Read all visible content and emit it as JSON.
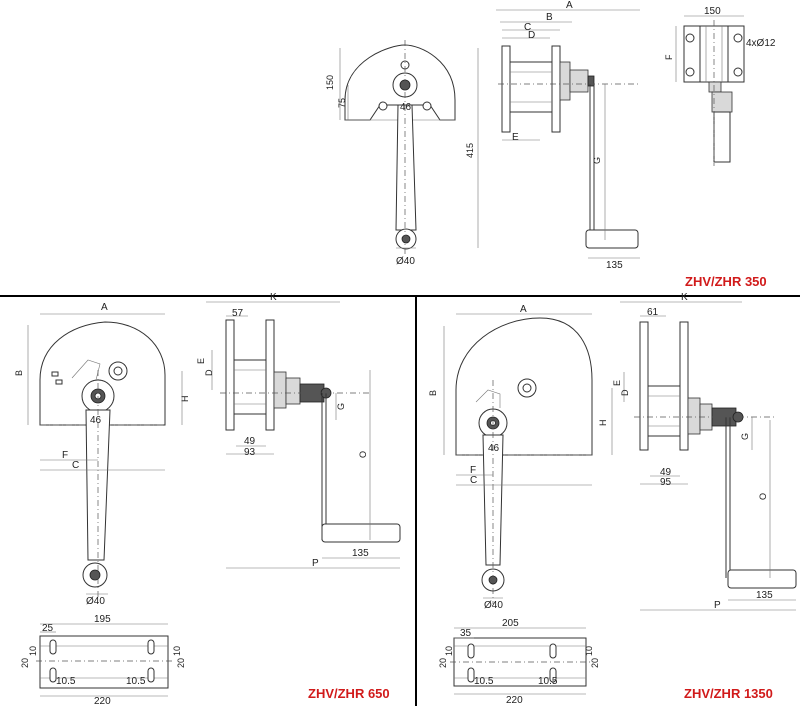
{
  "panels": {
    "zhv350": {
      "model_label": "ZHV/ZHR  350",
      "front": {
        "d150": "150",
        "d75": "75",
        "d46": "46",
        "d415": "415",
        "d40": "Ø40"
      },
      "side": {
        "A": "A",
        "B": "B",
        "C": "C",
        "D": "D",
        "E": "E",
        "G": "G",
        "d135": "135"
      },
      "base": {
        "d150": "150",
        "F": "F",
        "holes": "4xØ12"
      }
    },
    "zhv650": {
      "model_label": "ZHV/ZHR   650",
      "front": {
        "A": "A",
        "B": "B",
        "H": "H",
        "F": "F",
        "C": "C",
        "d46": "46",
        "d40": "Ø40"
      },
      "side": {
        "K": "K",
        "d57": "57",
        "E": "E",
        "D": "D",
        "G": "G",
        "O": "O",
        "d49": "49",
        "d93": "93",
        "d135": "135",
        "P": "P"
      },
      "base": {
        "d195": "195",
        "d25": "25",
        "d20a": "20",
        "d10a": "10",
        "d10b": "10",
        "d20b": "20",
        "d105a": "10.5",
        "d105b": "10.5",
        "d220": "220"
      }
    },
    "zhv1350": {
      "model_label": "ZHV/ZHR 1350",
      "front": {
        "A": "A",
        "B": "B",
        "H": "H",
        "F": "F",
        "C": "C",
        "d46": "46",
        "d40": "Ø40"
      },
      "side": {
        "K": "K",
        "d61": "61",
        "E": "E",
        "D": "D",
        "G": "G",
        "O": "O",
        "d49": "49",
        "d95": "95",
        "d135": "135",
        "P": "P"
      },
      "base": {
        "d205": "205",
        "d35": "35",
        "d20a": "20",
        "d10a": "10",
        "d10b": "10",
        "d20b": "20",
        "d105a": "10.5",
        "d105b": "10.5",
        "d220": "220"
      }
    }
  },
  "colors": {
    "model_label": "#d11a1a",
    "line": "#333333"
  }
}
